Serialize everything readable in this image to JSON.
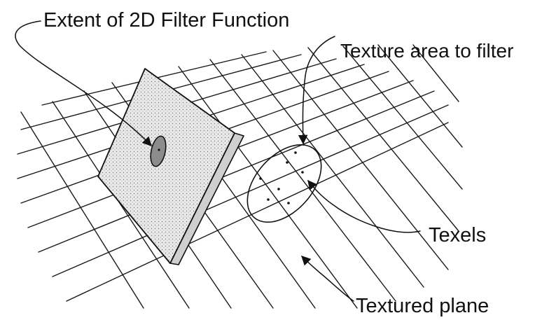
{
  "labels": {
    "filter_extent": "Extent of 2D Filter Function",
    "texture_area": "Texture area to filter",
    "texels": "Texels",
    "textured_plane": "Textured plane"
  },
  "colors": {
    "ink": "#111111",
    "panel_fill": "#e6e6e6",
    "footprint_fill": "#8c8c8c",
    "background": "#ffffff"
  }
}
